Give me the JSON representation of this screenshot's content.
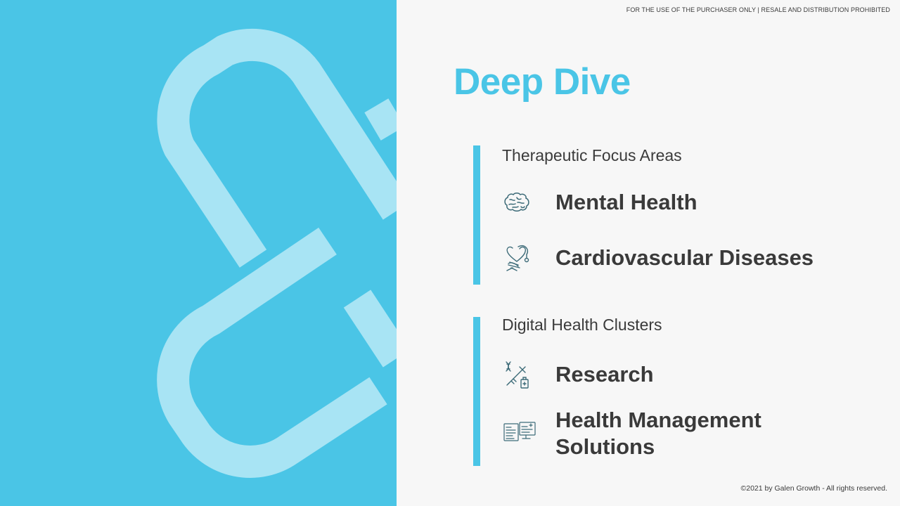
{
  "disclaimer": "FOR THE USE OF THE PURCHASER ONLY | RESALE AND DISTRIBUTION PROHIBITED",
  "title": "Deep Dive",
  "sections": [
    {
      "heading": "Therapeutic Focus Areas",
      "items": [
        {
          "icon": "brain-icon",
          "label": "Mental Health"
        },
        {
          "icon": "heart-stethoscope-icon",
          "label": "Cardiovascular Diseases"
        }
      ]
    },
    {
      "heading": "Digital Health Clusters",
      "items": [
        {
          "icon": "dna-syringe-icon",
          "label": "Research"
        },
        {
          "icon": "monitor-records-icon",
          "label_line1": "Health Management",
          "label_line2": "Solutions"
        }
      ]
    }
  ],
  "copyright": "©2021 by Galen Growth  - All rights reserved.",
  "colors": {
    "accent": "#4ac5e6",
    "pill_overlay": "#a8e4f4",
    "background": "#f7f7f7",
    "text": "#3a3a3a"
  }
}
